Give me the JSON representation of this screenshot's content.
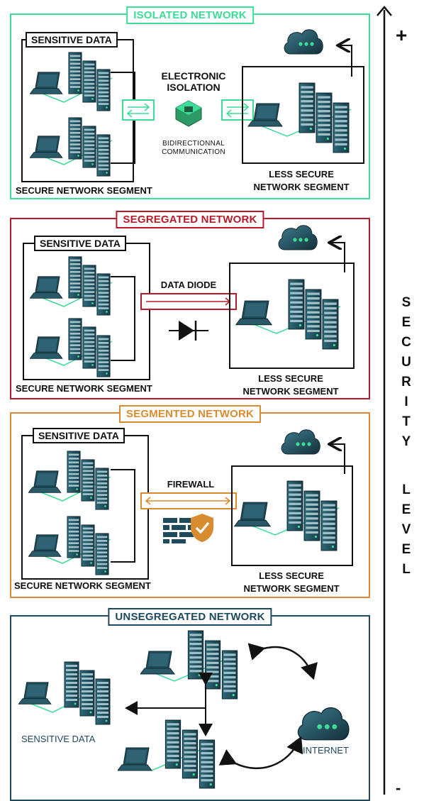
{
  "axis": {
    "plus": "+",
    "minus": "-",
    "word1": [
      "S",
      "E",
      "C",
      "U",
      "R",
      "I",
      "T",
      "Y"
    ],
    "word2": [
      "L",
      "E",
      "V",
      "E",
      "L"
    ]
  },
  "isolated": {
    "title": "ISOLATED NETWORK",
    "sensitive": "SENSITIVE DATA",
    "secure_segment": "SECURE NETWORK SEGMENT",
    "mid_label_1": "ELECTRONIC",
    "mid_label_2": "ISOLATION",
    "sub_1": "BIDIRECTIONNAL",
    "sub_2": "COMMUNICATION",
    "less_1": "LESS SECURE",
    "less_2": "NETWORK SEGMENT"
  },
  "segregated": {
    "title": "SEGREGATED NETWORK",
    "sensitive": "SENSITIVE DATA",
    "secure_segment": "SECURE NETWORK SEGMENT",
    "mid_label": "DATA DIODE",
    "less_1": "LESS SECURE",
    "less_2": "NETWORK SEGMENT"
  },
  "segmented": {
    "title": "SEGMENTED NETWORK",
    "sensitive": "SENSITIVE DATA",
    "secure_segment": "SECURE NETWORK SEGMENT",
    "mid_label": "FIREWALL",
    "less_1": "LESS SECURE",
    "less_2": "NETWORK SEGMENT"
  },
  "unsegregated": {
    "title": "UNSEGREGATED  NETWORK",
    "sensitive": "SENSITIVE DATA",
    "internet": "INTERNET"
  },
  "colors": {
    "isolated": "#3ddc97",
    "segregated": "#b71c2b",
    "segmented": "#d98c2f",
    "unsegregated": "#1e4a5e",
    "server": "#1f4b5a",
    "accent": "#3ddc97"
  },
  "icons": [
    "laptop-icon",
    "server-rack-icon",
    "cloud-icon",
    "chip-icon",
    "diode-icon",
    "firewall-icon",
    "shield-check-icon"
  ]
}
